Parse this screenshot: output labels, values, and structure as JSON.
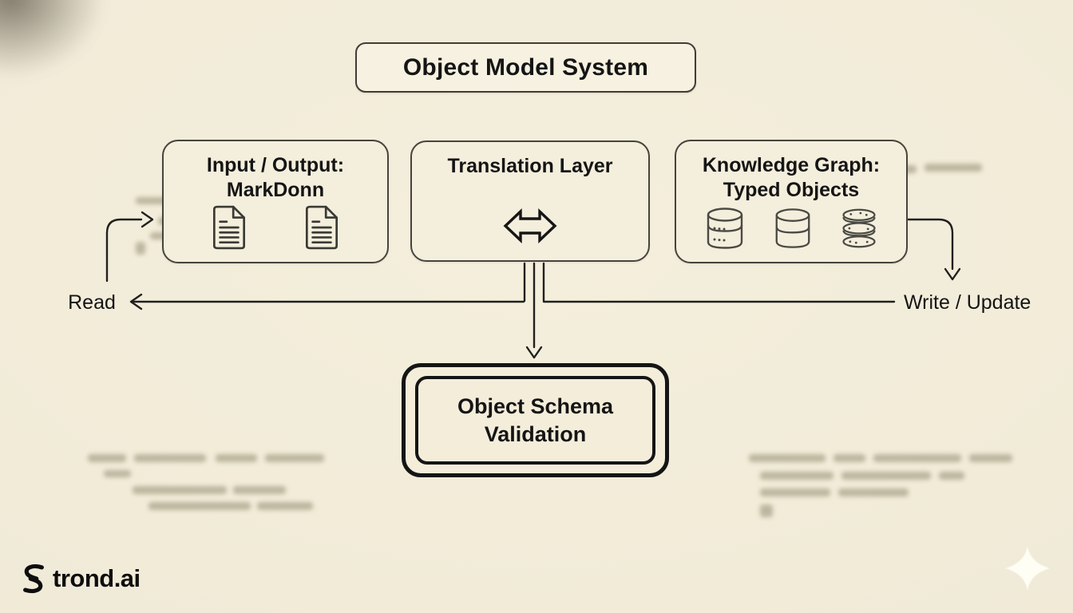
{
  "colors": {
    "background": "#f0ead7",
    "box_fill": "#f4eedc",
    "box_border": "#45443e",
    "strong_border": "#151515",
    "connector": "#20201e",
    "text": "#151515"
  },
  "title_box": {
    "label": "Object Model System"
  },
  "flow_boxes": [
    {
      "id": "input-output",
      "line1": "Input / Output:",
      "line2": "MarkDonn",
      "icons": [
        "document-icon",
        "document-icon"
      ]
    },
    {
      "id": "translation-layer",
      "line1": "Translation Layer",
      "line2": "",
      "icons": [
        "double-headed-arrow-icon"
      ]
    },
    {
      "id": "knowledge-graph",
      "line1": "Knowledge Graph:",
      "line2": "Typed Objects",
      "icons": [
        "database-dots-icon",
        "database-icon",
        "database-stack-icon"
      ]
    }
  ],
  "edge_labels": {
    "read": "Read",
    "write_update": "Write / Update"
  },
  "validation_box": {
    "line1": "Object Schema",
    "line2": "Validation"
  },
  "footer": {
    "brand": "trond.ai"
  },
  "decorations": [
    "top-left-smudge",
    "blurred-code-text",
    "sparkle-icon"
  ]
}
